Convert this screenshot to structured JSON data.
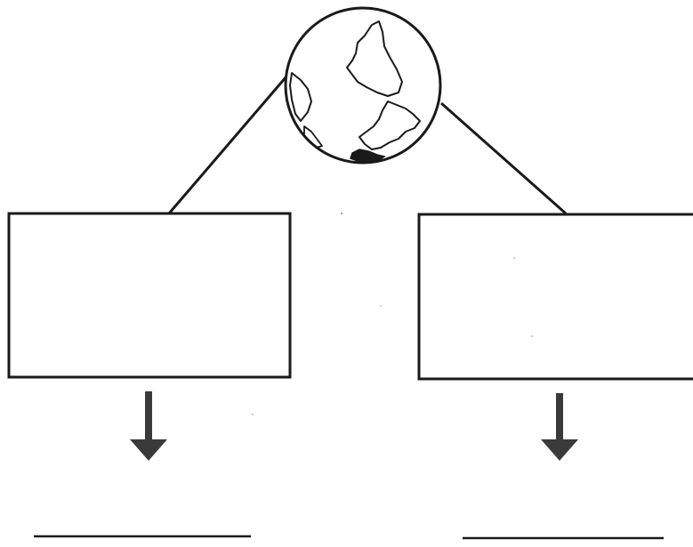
{
  "diagram": {
    "type": "worksheet-tree",
    "root": {
      "icon": "globe-icon",
      "text": ""
    },
    "branches": [
      {
        "id": "left",
        "box_text": "",
        "answer_text": ""
      },
      {
        "id": "right",
        "box_text": "",
        "answer_text": ""
      }
    ],
    "colors": {
      "background": "#ffffff",
      "ink": "#1a1a1a",
      "arrow": "#3a3a3a"
    }
  }
}
